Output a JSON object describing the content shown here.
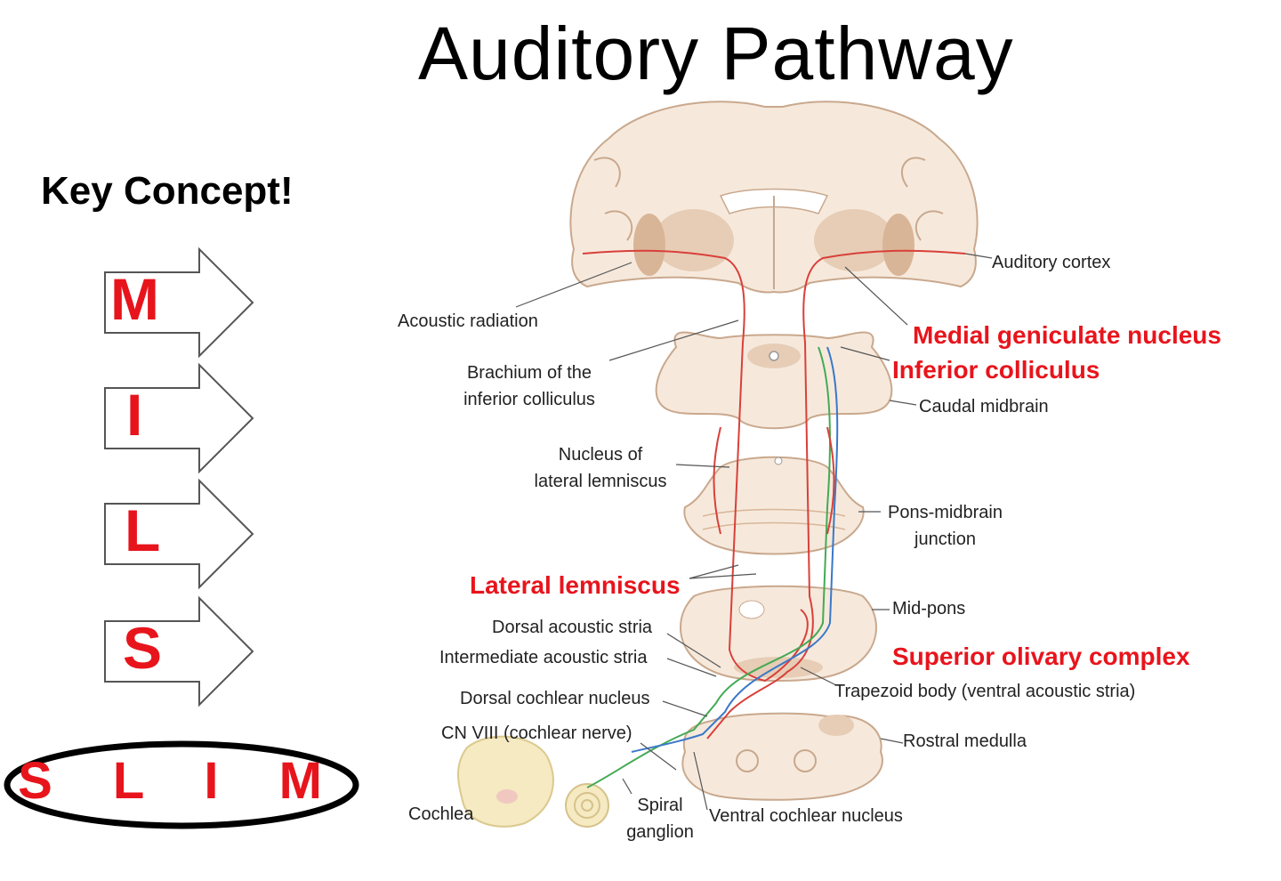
{
  "title": "Auditory Pathway",
  "key_concept": "Key Concept!",
  "mnemonic": {
    "letters": [
      "M",
      "I",
      "L",
      "S"
    ],
    "summary": "S L I M"
  },
  "labels": {
    "auditory_cortex": "Auditory cortex",
    "acoustic_radiation": "Acoustic radiation",
    "medial_geniculate": "Medial geniculate nucleus",
    "inferior_colliculus": "Inferior colliculus",
    "brachium_line1": "Brachium of the",
    "brachium_line2": "inferior colliculus",
    "caudal_midbrain": "Caudal midbrain",
    "nucleus_ll_line1": "Nucleus of",
    "nucleus_ll_line2": "lateral lemniscus",
    "pons_midbrain_line1": "Pons-midbrain",
    "pons_midbrain_line2": "junction",
    "lateral_lemniscus": "Lateral lemniscus",
    "mid_pons": "Mid-pons",
    "dorsal_acoustic_stria": "Dorsal acoustic stria",
    "intermediate_acoustic_stria": "Intermediate acoustic stria",
    "superior_olivary": "Superior olivary complex",
    "trapezoid_body": "Trapezoid body (ventral acoustic stria)",
    "dorsal_cochlear": "Dorsal cochlear nucleus",
    "cn_viii": "CN VIII (cochlear nerve)",
    "rostral_medulla": "Rostral medulla",
    "cochlea": "Cochlea",
    "spiral_line1": "Spiral",
    "spiral_line2": "ganglion",
    "ventral_cochlear": "Ventral cochlear nucleus"
  },
  "colors": {
    "highlight_red": "#e8141c",
    "tissue_light": "#f6e9dc",
    "tissue_mid": "#e7cdb6",
    "tissue_dark": "#d9b597",
    "pathway_red": "#d9403a",
    "pathway_green": "#44aa55",
    "pathway_blue": "#3a78c8",
    "cochlea": "#f5eac2"
  }
}
